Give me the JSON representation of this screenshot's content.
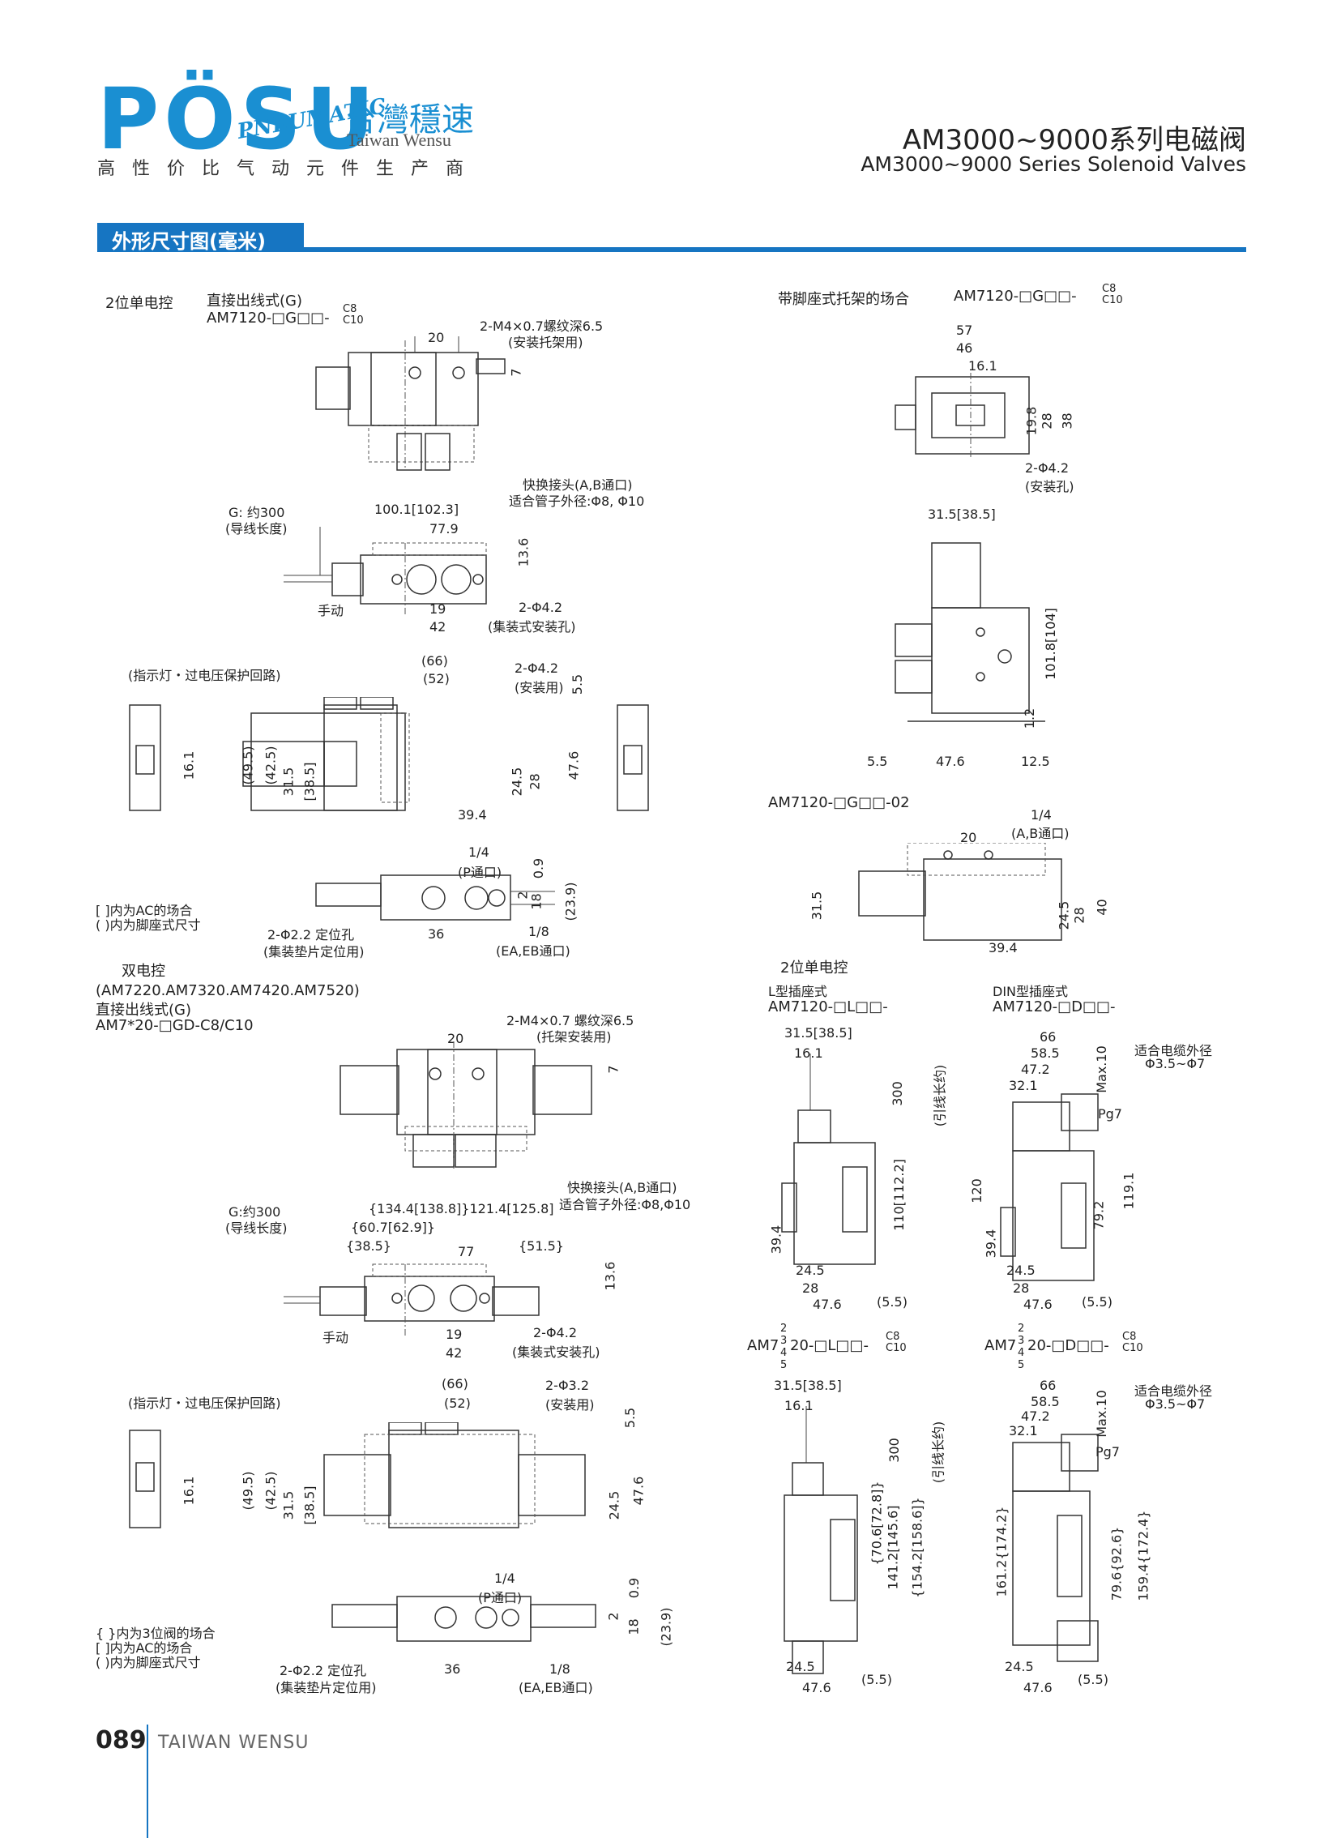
{
  "header": {
    "logo_word": "PÖSU",
    "logo_script": "PNEUMATIC",
    "logo_cn": "台灣穩速",
    "logo_en": "Taiwan Wensu",
    "slogan": "高性价比气动元件生产商",
    "title_cn": "AM3000~9000系列电磁阀",
    "title_en": "AM3000~9000 Series Solenoid Valves"
  },
  "section": {
    "title": "外形尺寸图(毫米)"
  },
  "left": {
    "s1_type": "2位单电控",
    "s1_sub": "直接出线式(G)",
    "s1_model": "AM7120-□G□□-",
    "s1_model_suffix_top": "C8",
    "s1_model_suffix_bottom": "C10",
    "s1_note_screw": "2-M4×0.7螺纹深6.5",
    "s1_note_screw2": "(安装托架用)",
    "dim_20": "20",
    "dim_7": "7",
    "quick": "快换接头(A,B通口)",
    "tube": "适合管子外径:Φ8, Φ10",
    "g300": "G: 约300",
    "lead": "(导线长度)",
    "d1001": "100.1[102.3]",
    "d779": "77.9",
    "d136": "13.6",
    "manual": "手动",
    "d19": "19",
    "d42": "42",
    "hole42": "2-Φ4.2",
    "hole42_note": "(集装式安装孔)",
    "indicator": "(指示灯・过电压保护回路)",
    "d66": "(66)",
    "d52": "(52)",
    "mount42": "2-Φ4.2",
    "mount_note": "(安装用)",
    "d55": "5.5",
    "d161": "16.1",
    "d495": "(49.5)",
    "d425": "(42.5)",
    "d315": "31.5",
    "d385": "[38.5]",
    "d245": "24.5",
    "d28": "28",
    "d476": "47.6",
    "d394": "39.4",
    "p14": "1/4",
    "pport": "(P通口)",
    "d09": "0.9",
    "d2": "2",
    "d18": "18",
    "d239": "(23.9)",
    "note_ac": "[ ]内为AC的场合",
    "note_foot": "( )内为脚座式尺寸",
    "pin22": "2-Φ2.2 定位孔",
    "pin_note": "(集装垫片定位用)",
    "d36": "36",
    "p18": "1/8",
    "eaeb": "(EA,EB通口)",
    "s2_type": "双电控",
    "s2_models": "(AM7220.AM7320.AM7420.AM7520)",
    "s2_sub": "直接出线式(G)",
    "s2_model": "AM7*20-□GD-C8/C10",
    "s2_screw": "2-M4×0.7 螺纹深6.5",
    "s2_screw_note": "(托架安装用)",
    "s2_quick": "快换接头(A,B通口)",
    "s2_tube": "适合管子外径:Φ8,Φ10",
    "s2_g300": "G:约300",
    "s2_d1344": "{134.4[138.8]}121.4[125.8]",
    "s2_d607": "{60.7[62.9]}",
    "s2_d385": "{38.5}",
    "s2_d77": "77",
    "s2_d515": "{51.5}",
    "s2_hole32": "2-Φ3.2",
    "s2_note3": "{ }内为3位阀的场合"
  },
  "right": {
    "r1_title": "带脚座式托架的场合",
    "r1_model": "AM7120-□G□□-",
    "d57": "57",
    "d46": "46",
    "d161": "16.1",
    "d198": "19.8",
    "d28": "28",
    "d38": "38",
    "hole": "2-Φ4.2",
    "hole_note": "(安装孔)",
    "d315": "31.5[38.5]",
    "d1018": "101.8[104]",
    "d12": "1.2",
    "d55": "5.5",
    "d476": "47.6",
    "d125": "12.5",
    "r2_model": "AM7120-□G□□-02",
    "p14": "1/4",
    "ab": "(A,B通口)",
    "d20": "20",
    "d40": "40",
    "d245": "24.5",
    "d394": "39.4",
    "r3_type": "2位单电控",
    "l_plug": "L型插座式",
    "l_model": "AM7120-□L□□-",
    "din_plug": "DIN型插座式",
    "din_model": "AM7120-□D□□-",
    "l_d315": "31.5[38.5]",
    "l_300": "300",
    "l_lead": "(引线长约)",
    "l_d1102": "110[112.2]",
    "d55b": "(5.5)",
    "d66": "66",
    "d585": "58.5",
    "d472": "47.2",
    "d321": "32.1",
    "max10": "Max.10",
    "cable": "适合电缆外径",
    "cable_d": "Φ3.5~Φ7",
    "pg7": "Pg7",
    "d120": "120",
    "d1191": "119.1",
    "d792": "79.2",
    "d3_model_l": "AM7",
    "d3_model_l2": "20-□L□□-",
    "d3_model_d2": "20-□D□□-",
    "frac_top": "2",
    "frac_mid1": "3",
    "frac_mid2": "4",
    "frac_bot": "5",
    "d706": "{70.6[72.8]}",
    "d1412": "141.2[145.6]",
    "d1542": "{154.2[158.6]}",
    "d1612": "161.2{174.2}",
    "d796": "79.6{92.6}",
    "d1594": "159.4{172.4}"
  },
  "footer": {
    "page": "089",
    "text": "TAIWAN WENSU"
  }
}
